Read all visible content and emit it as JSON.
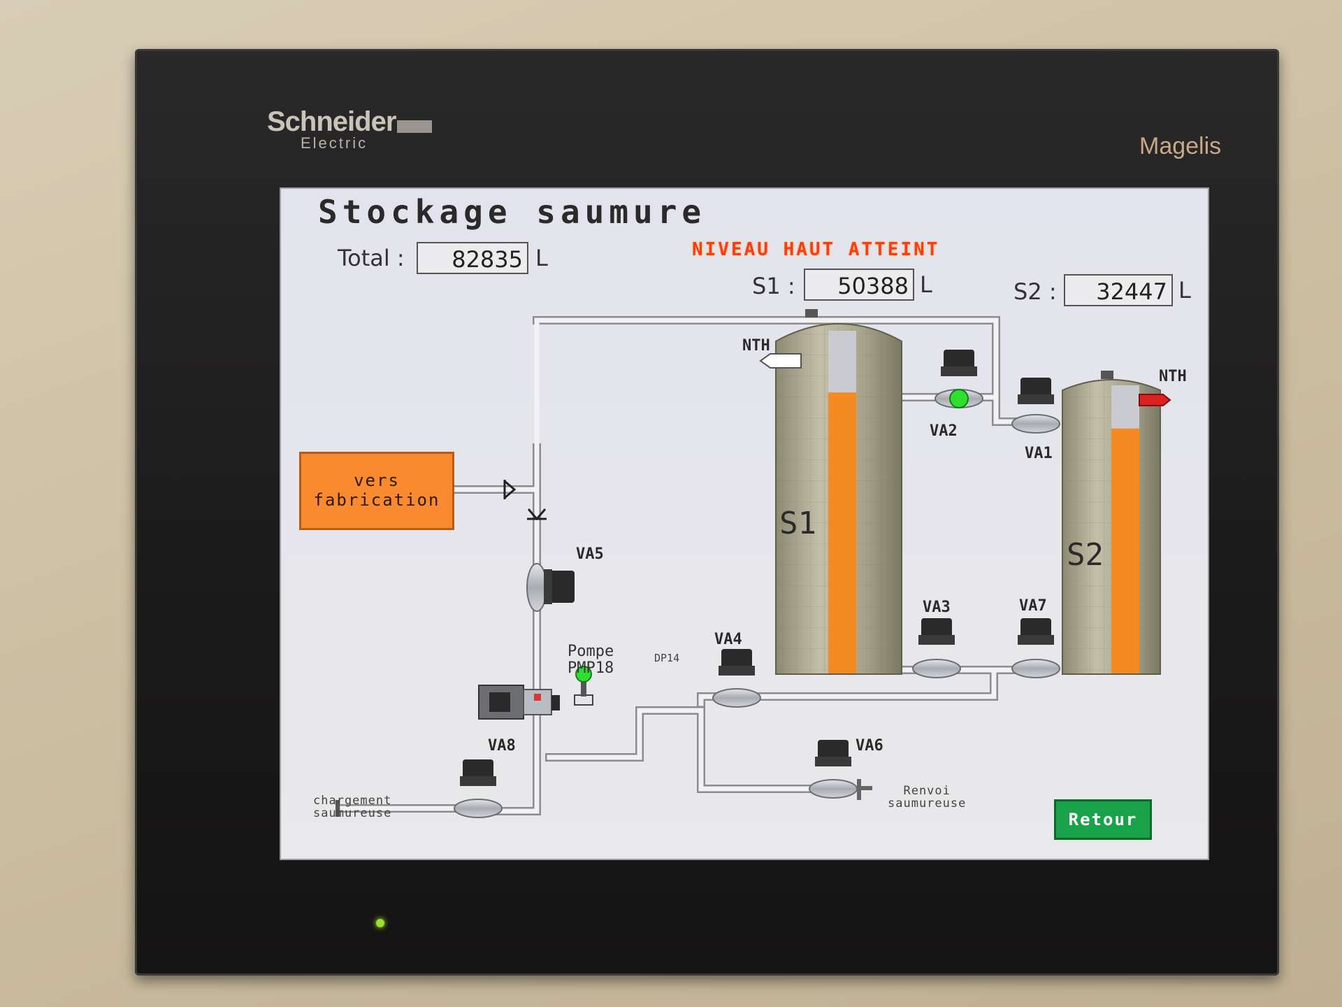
{
  "device": {
    "brand": "Schneider",
    "brand_sub": "Electric",
    "model": "Magelis"
  },
  "screen": {
    "title": "Stockage saumure",
    "total": {
      "label": "Total :",
      "value": "82835",
      "unit": "L"
    },
    "alarm": "NIVEAU HAUT ATTEINT",
    "s1_readout": {
      "label": "S1 :",
      "value": "50388",
      "unit": "L"
    },
    "s2_readout": {
      "label": "S2 :",
      "value": "32447",
      "unit": "L"
    },
    "vers_fabrication": "vers fabrication",
    "tanks": [
      {
        "name": "S1",
        "level_fraction": 0.82,
        "nth_label": "NTH",
        "nth_color": "#ffffff"
      },
      {
        "name": "S2",
        "level_fraction": 0.85,
        "nth_label": "NTH",
        "nth_color": "#e02020"
      }
    ],
    "valves": {
      "va1": "VA1",
      "va2": "VA2",
      "va3": "VA3",
      "va4": "VA4",
      "va5": "VA5",
      "va6": "VA6",
      "va7": "VA7",
      "va8": "VA8"
    },
    "va2_status_color": "#2ee02e",
    "dp14_status_color": "#2ee02e",
    "pump": {
      "line1": "Pompe",
      "line2": "PMP18"
    },
    "dp14": "DP14",
    "chargement": {
      "line1": "chargement",
      "line2": "saumureuse"
    },
    "renvoi": {
      "line1": "Renvoi",
      "line2": "saumureuse"
    },
    "retour": "Retour"
  }
}
